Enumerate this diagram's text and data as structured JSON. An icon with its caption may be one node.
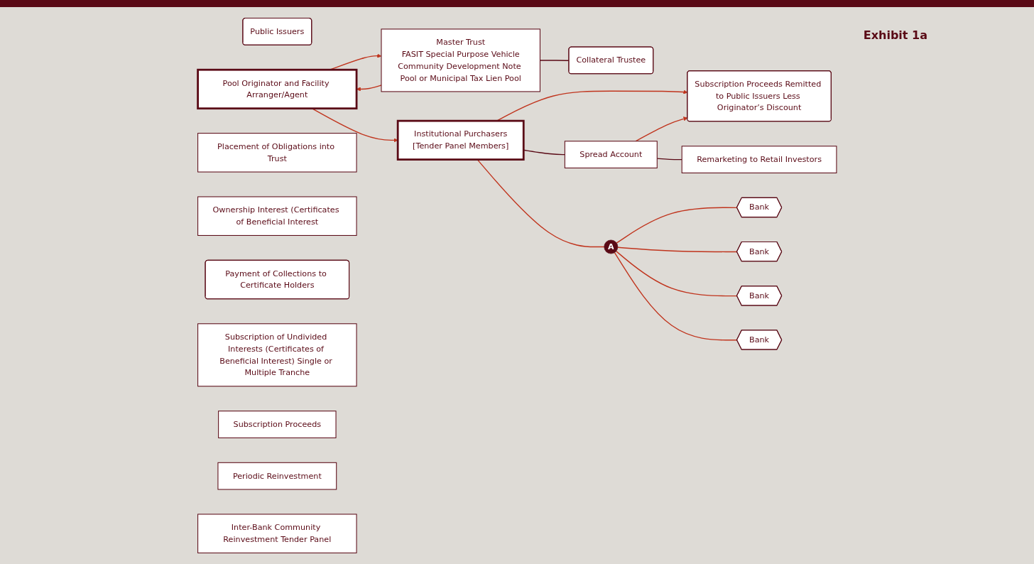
{
  "diagram": {
    "nodes": [
      {
        "text": [
          "Public Issuers"
        ]
      },
      {
        "text": [
          "Pool Originator and Facility Arranger/Agent"
        ]
      },
      {
        "text": [
          "Placement of Obligations into Trust"
        ]
      },
      {
        "text": [
          "Master Trust",
          "FASIT Special Purpose Vehicle",
          "Community Development Note Pool or Municipal Tax Lien Pool"
        ]
      },
      {
        "text": [
          "Collateral Trustee"
        ]
      },
      {
        "text": [
          "Ownership Interest (Certificates of Beneficial Interest"
        ]
      },
      {
        "text": [
          "Subscription Proceeds Remitted to Public Issuers Less Originator’s Discount"
        ]
      },
      {
        "text": [
          "Payment of Collections to Certificate Holders"
        ]
      },
      {
        "text": [
          "Subscription of Undivided Interests (Certificates of Beneficial Interest) Single or Multiple Tranche"
        ]
      },
      {
        "text": [
          "Institutional Purchasers",
          "[Tender Panel Members]"
        ]
      },
      {
        "text": [
          "A"
        ]
      },
      {
        "text": [
          "Bank"
        ]
      },
      {
        "text": [
          "Bank"
        ]
      },
      {
        "text": [
          "Bank"
        ]
      },
      {
        "text": [
          "Bank"
        ]
      },
      {
        "text": [
          "Subscription Proceeds"
        ]
      },
      {
        "text": [
          "Spread Account"
        ]
      },
      {
        "text": [
          "Periodic Reinvestment"
        ]
      },
      {
        "text": [
          "Remarketing to Retail Investors"
        ]
      },
      {
        "text": [
          "Inter-Bank Community Reinvestment Tender Panel"
        ]
      }
    ],
    "edges": [
      {
        "from": 1,
        "to": 3,
        "arrow": "to"
      },
      {
        "from": 3,
        "to": 1,
        "arrow": "to"
      },
      {
        "from": 3,
        "to": 4,
        "arrow": "none",
        "color": "#5a0a16"
      },
      {
        "from": 1,
        "to": 9,
        "arrow": "to"
      },
      {
        "from": 9,
        "to": 6,
        "arrow": "to"
      },
      {
        "from": 16,
        "to": 6,
        "arrow": "to"
      },
      {
        "from": 9,
        "to": 16,
        "arrow": "none",
        "color": "#5a0a16"
      },
      {
        "from": 16,
        "to": 18,
        "arrow": "none",
        "color": "#5a0a16"
      },
      {
        "from": 9,
        "to": 10,
        "arrow": "none"
      },
      {
        "from": 10,
        "to": 11,
        "arrow": "none"
      },
      {
        "from": 10,
        "to": 12,
        "arrow": "none"
      },
      {
        "from": 10,
        "to": 13,
        "arrow": "none"
      },
      {
        "from": 10,
        "to": 14,
        "arrow": "none"
      }
    ],
    "labels": [
      "Exhibit 1a"
    ]
  }
}
